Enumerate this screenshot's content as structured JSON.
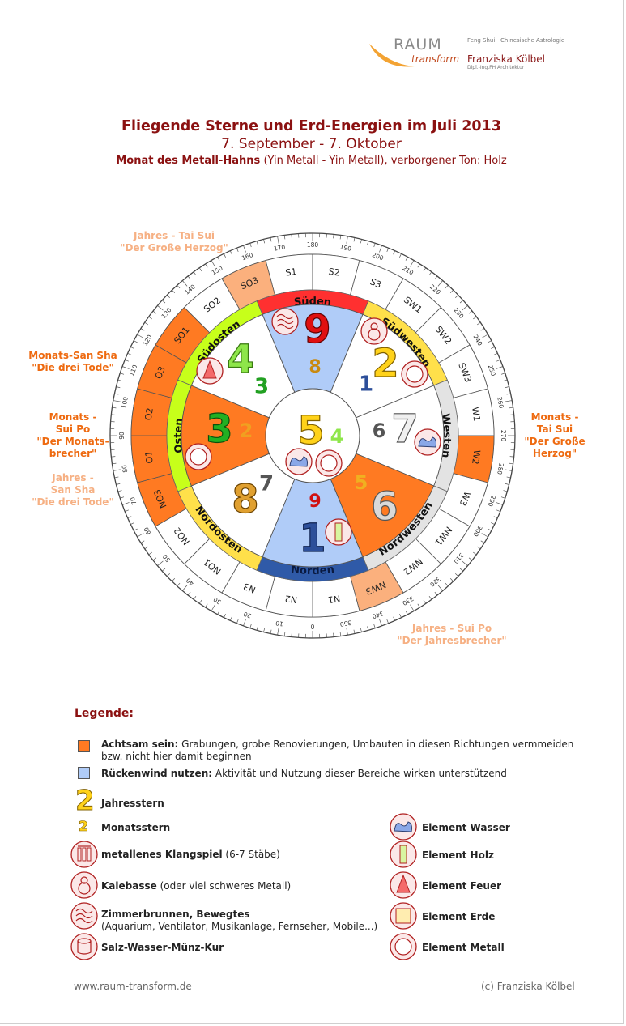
{
  "logo": {
    "raum": "RAUM",
    "transform": "transform",
    "tagline": "Feng Shui · Chinesische Astrologie",
    "name": "Franziska Kölbel",
    "subtitle": "Dipl.-Ing.FH Architektur"
  },
  "header": {
    "title": "Fliegende Sterne und Erd-Energien im Juli 2013",
    "dates": "7. September - 7. Oktober",
    "month_bold": "Monat des Metall-Hahns",
    "month_rest": " (Yin Metall - Yin Metall), verborgener Ton: Holz"
  },
  "compass": {
    "degrees": [
      "0",
      "10",
      "20",
      "30",
      "40",
      "50",
      "60",
      "70",
      "80",
      "90",
      "100",
      "110",
      "120",
      "130",
      "140",
      "150",
      "160",
      "170",
      "180",
      "190",
      "200",
      "210",
      "220",
      "230",
      "240",
      "250",
      "260",
      "270",
      "280",
      "290",
      "300",
      "310",
      "320",
      "330",
      "340",
      "350"
    ],
    "directions": {
      "south": "Süden",
      "southwest": "Südwesten",
      "west": "Westen",
      "northwest": "Nordwesten",
      "north": "Norden",
      "northeast": "Nordosten",
      "east": "Osten",
      "southeast": "Südosten"
    },
    "mountains": [
      "S1",
      "S2",
      "S3",
      "SW1",
      "SW2",
      "SW3",
      "W1",
      "W2",
      "W3",
      "NW1",
      "NW2",
      "NW3",
      "N1",
      "N2",
      "N3",
      "NO1",
      "NO2",
      "NO3",
      "O1",
      "O2",
      "O3",
      "SO1",
      "SO2",
      "SO3"
    ],
    "sectors": {
      "south": {
        "year": "9",
        "month": "8"
      },
      "southwest": {
        "year": "2",
        "month": "1"
      },
      "west": {
        "year": "7",
        "month": "6"
      },
      "northwest": {
        "year": "6",
        "month": "5"
      },
      "north": {
        "year": "1",
        "month": "9"
      },
      "northeast": {
        "year": "8",
        "month": "7"
      },
      "east": {
        "year": "3",
        "month": "2"
      },
      "southeast": {
        "year": "4",
        "month": "3"
      },
      "center": {
        "year": "5",
        "month": "4"
      }
    },
    "colors": {
      "achtsam": "#ff7a22",
      "rueckenwind": "#b0ccf8",
      "sued": "#ff3030",
      "norden": "#2f5aa8",
      "green": "#c7ff1a",
      "yellow": "#ffe04a",
      "grey": "#e3e3e3",
      "light_orange": "#fbb07d"
    }
  },
  "notes": {
    "jahres_tai_sui": [
      "Jahres - Tai Sui",
      "\"Der Große Herzog\""
    ],
    "monats_san_sha": [
      "Monats-San Sha",
      "\"Die drei Tode\""
    ],
    "monats_sui_po": [
      "Monats -",
      "Sui Po",
      "\"Der Monats-",
      "brecher\""
    ],
    "jahres_san_sha": [
      "Jahres -",
      "San Sha",
      "\"Die drei Tode\""
    ],
    "monats_tai_sui": [
      "Monats -",
      "Tai Sui",
      "\"Der Große",
      "Herzog\""
    ],
    "jahres_sui_po": [
      "Jahres - Sui Po",
      "\"Der Jahresbrecher\""
    ]
  },
  "legend": {
    "title": "Legende:",
    "achtsam_bold": "Achtsam sein:",
    "achtsam_text": " Grabungen, grobe Renovierungen, Umbauten in diesen Richtungen vermmeiden",
    "achtsam_text2": "bzw. nicht hier damit beginnen",
    "rueckenwind_bold": "Rückenwind nutzen:",
    "rueckenwind_text": " Aktivität und Nutzung dieser Bereiche wirken unterstützend",
    "jahresstern": "Jahresstern",
    "monatsstern": "Monatsstern",
    "star_sample": "2",
    "klangspiel_bold": "metallenes Klangspiel",
    "klangspiel_text": " (6-7 Stäbe)",
    "kalebasse_bold": "Kalebasse",
    "kalebasse_text": " (oder viel schweres Metall)",
    "brunnen_bold": "Zimmerbrunnen, Bewegtes",
    "brunnen_text": "(Aquarium, Ventilator, Musikanlage, Fernseher, Mobile...)",
    "salz": "Salz-Wasser-Münz-Kur",
    "wasser": "Element Wasser",
    "holz": "Element Holz",
    "feuer": "Element Feuer",
    "erde": "Element Erde",
    "metall": "Element Metall"
  },
  "footer": {
    "left": "www.raum-transform.de",
    "right": "(c) Franziska Kölbel"
  }
}
